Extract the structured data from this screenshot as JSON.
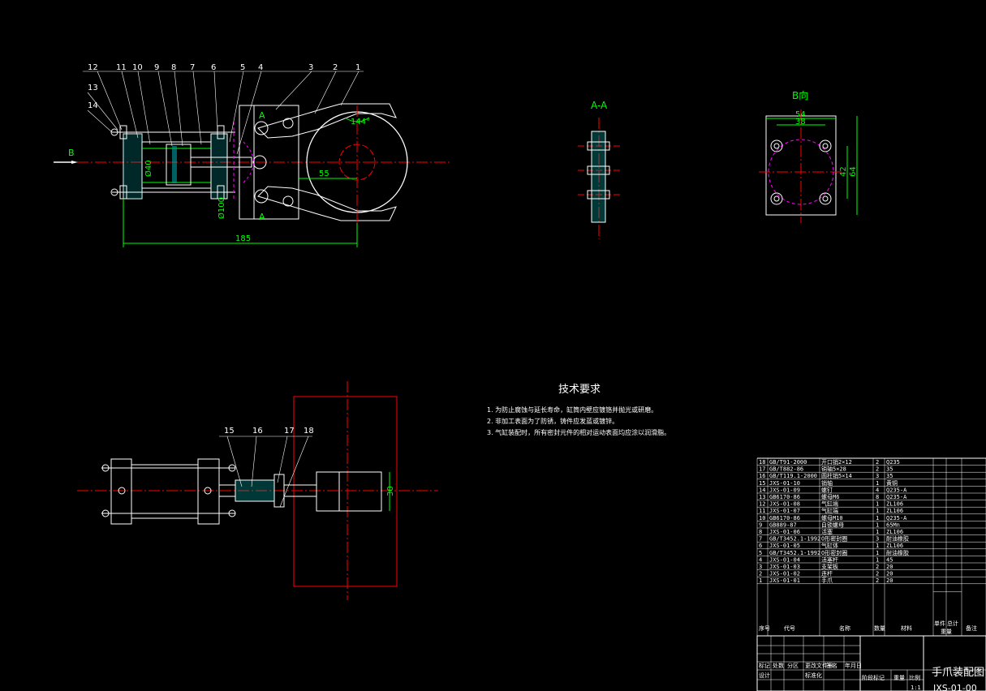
{
  "colors": {
    "background": "#000000",
    "outline": "#ffffff",
    "centerline": "#ff0000",
    "dimension": "#00ff00",
    "hidden": "#ff00ff",
    "bolt": "#ffffff"
  },
  "views": {
    "front": {
      "balloons": [
        "12",
        "11",
        "10",
        "9",
        "8",
        "7",
        "6",
        "5",
        "4",
        "3",
        "2",
        "1",
        "13",
        "14"
      ],
      "view_arrow": "B",
      "section_marks": [
        "A",
        "A"
      ],
      "dims": {
        "overall": "185",
        "jaw_offset": "55",
        "angle": "144°",
        "bore1": "Ø40",
        "bore2": "Ø100"
      }
    },
    "section": {
      "title": "A-A"
    },
    "bview": {
      "title": "B向",
      "dims": {
        "w1": "54",
        "w2": "38",
        "h1": "42",
        "h2": "64"
      }
    },
    "top": {
      "balloons": [
        "15",
        "16",
        "17",
        "18"
      ],
      "dims": {
        "opening": "30"
      }
    }
  },
  "tech": {
    "title": "技术要求",
    "notes": [
      "1. 为防止腐蚀与延长寿命，缸筒内壁应镀铬并抛光或研磨。",
      "2. 非加工表面为了防锈，铸件应发蓝或镀锌。",
      "3. 气缸装配时，所有密封元件的相对运动表面均应涂以润滑脂。"
    ]
  },
  "bom": {
    "rows": [
      {
        "no": "18",
        "code": "GB/T91-2000",
        "name": "开口销2×12",
        "qty": "2",
        "mat": "Q235"
      },
      {
        "no": "17",
        "code": "GB/T882-86",
        "name": "销轴5×28",
        "qty": "2",
        "mat": "35"
      },
      {
        "no": "16",
        "code": "GB/T119.1-2000",
        "name": "圆柱销5×14",
        "qty": "3",
        "mat": "35"
      },
      {
        "no": "15",
        "code": "JXS-01-10",
        "name": "销轴",
        "qty": "1",
        "mat": "黄铜"
      },
      {
        "no": "14",
        "code": "JXS-01-09",
        "name": "螺钉",
        "qty": "4",
        "mat": "Q235-A"
      },
      {
        "no": "13",
        "code": "GB6170-86",
        "name": "螺母M6",
        "qty": "8",
        "mat": "Q235-A"
      },
      {
        "no": "12",
        "code": "JXS-01-08",
        "name": "气缸端",
        "qty": "1",
        "mat": "ZL106"
      },
      {
        "no": "11",
        "code": "JXS-01-07",
        "name": "气缸端",
        "qty": "1",
        "mat": "ZL106"
      },
      {
        "no": "10",
        "code": "GB6170-86",
        "name": "螺母M10",
        "qty": "1",
        "mat": "Q235-A"
      },
      {
        "no": "9",
        "code": "GB889-87",
        "name": "自锁螺母",
        "qty": "1",
        "mat": "65Mn"
      },
      {
        "no": "8",
        "code": "JXS-01-06",
        "name": "活塞",
        "qty": "1",
        "mat": "ZL106"
      },
      {
        "no": "7",
        "code": "GB/T3452.1-1992",
        "name": "O形密封圈",
        "qty": "3",
        "mat": "耐油橡胶"
      },
      {
        "no": "6",
        "code": "JXS-01-05",
        "name": "气缸体",
        "qty": "1",
        "mat": "ZL106"
      },
      {
        "no": "5",
        "code": "GB/T3452.1-1992",
        "name": "O形密封圈",
        "qty": "1",
        "mat": "耐油橡胶"
      },
      {
        "no": "4",
        "code": "JXS-01-04",
        "name": "活塞杆",
        "qty": "1",
        "mat": "45"
      },
      {
        "no": "3",
        "code": "JXS-01-03",
        "name": "支架板",
        "qty": "2",
        "mat": "20"
      },
      {
        "no": "2",
        "code": "JXS-01-02",
        "name": "连杆",
        "qty": "2",
        "mat": "20"
      },
      {
        "no": "1",
        "code": "JXS-01-01",
        "name": "手爪",
        "qty": "2",
        "mat": "20"
      }
    ],
    "header": {
      "no": "序号",
      "code": "代号",
      "name": "名称",
      "qty": "数量",
      "mat": "材料",
      "single": "单件",
      "total": "总计",
      "weight": "重量",
      "remark": "备注"
    }
  },
  "titleblock": {
    "drawing_name": "手爪装配图",
    "scale": "1:1",
    "drawing_no": "JXS-01-00",
    "labels": [
      "标记",
      "处数",
      "分区",
      "更改文件号",
      "签名",
      "年月日",
      "设计",
      "标准化",
      "阶段标记",
      "重量",
      "比例"
    ]
  }
}
